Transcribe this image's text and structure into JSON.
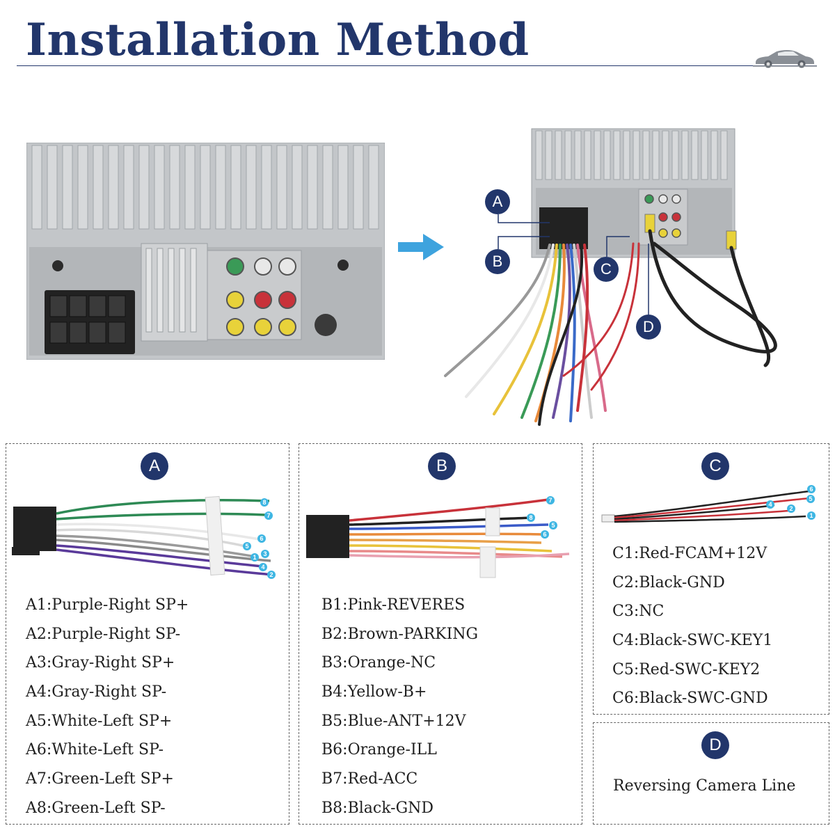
{
  "header": {
    "title": "Installation Method"
  },
  "callouts": [
    "A",
    "B",
    "C",
    "D"
  ],
  "panel_a": {
    "badge": "A",
    "pins": [
      "A1:Purple-Right SP+",
      "A2:Purple-Right SP-",
      "A3:Gray-Right SP+",
      "A4:Gray-Right SP-",
      "A5:White-Left SP+",
      "A6:White-Left SP-",
      "A7:Green-Left SP+",
      "A8:Green-Left SP-"
    ],
    "wire_numbers": [
      "8",
      "7",
      "6",
      "5",
      "1",
      "3",
      "4",
      "2"
    ]
  },
  "panel_b": {
    "badge": "B",
    "pins": [
      "B1:Pink-REVERES",
      "B2:Brown-PARKING",
      "B3:Orange-NC",
      "B4:Yellow-B+",
      "B5:Blue-ANT+12V",
      "B6:Orange-ILL",
      "B7:Red-ACC",
      "B8:Black-GND"
    ],
    "wire_numbers": [
      "7",
      "8",
      "5",
      "6"
    ]
  },
  "panel_c": {
    "badge": "C",
    "pins": [
      "C1:Red-FCAM+12V",
      "C2:Black-GND",
      "C3:NC",
      "C4:Black-SWC-KEY1",
      "C5:Red-SWC-KEY2",
      "C6:Black-SWC-GND"
    ],
    "wire_numbers": [
      "6",
      "5",
      "4",
      "2",
      "1"
    ]
  },
  "panel_d": {
    "badge": "D",
    "label": "Reversing Camera Line"
  },
  "colors": {
    "navy": "#22366b",
    "arrow": "#3ea3de",
    "metal": "#b9bcbf",
    "marker": "#3eb6e3"
  }
}
